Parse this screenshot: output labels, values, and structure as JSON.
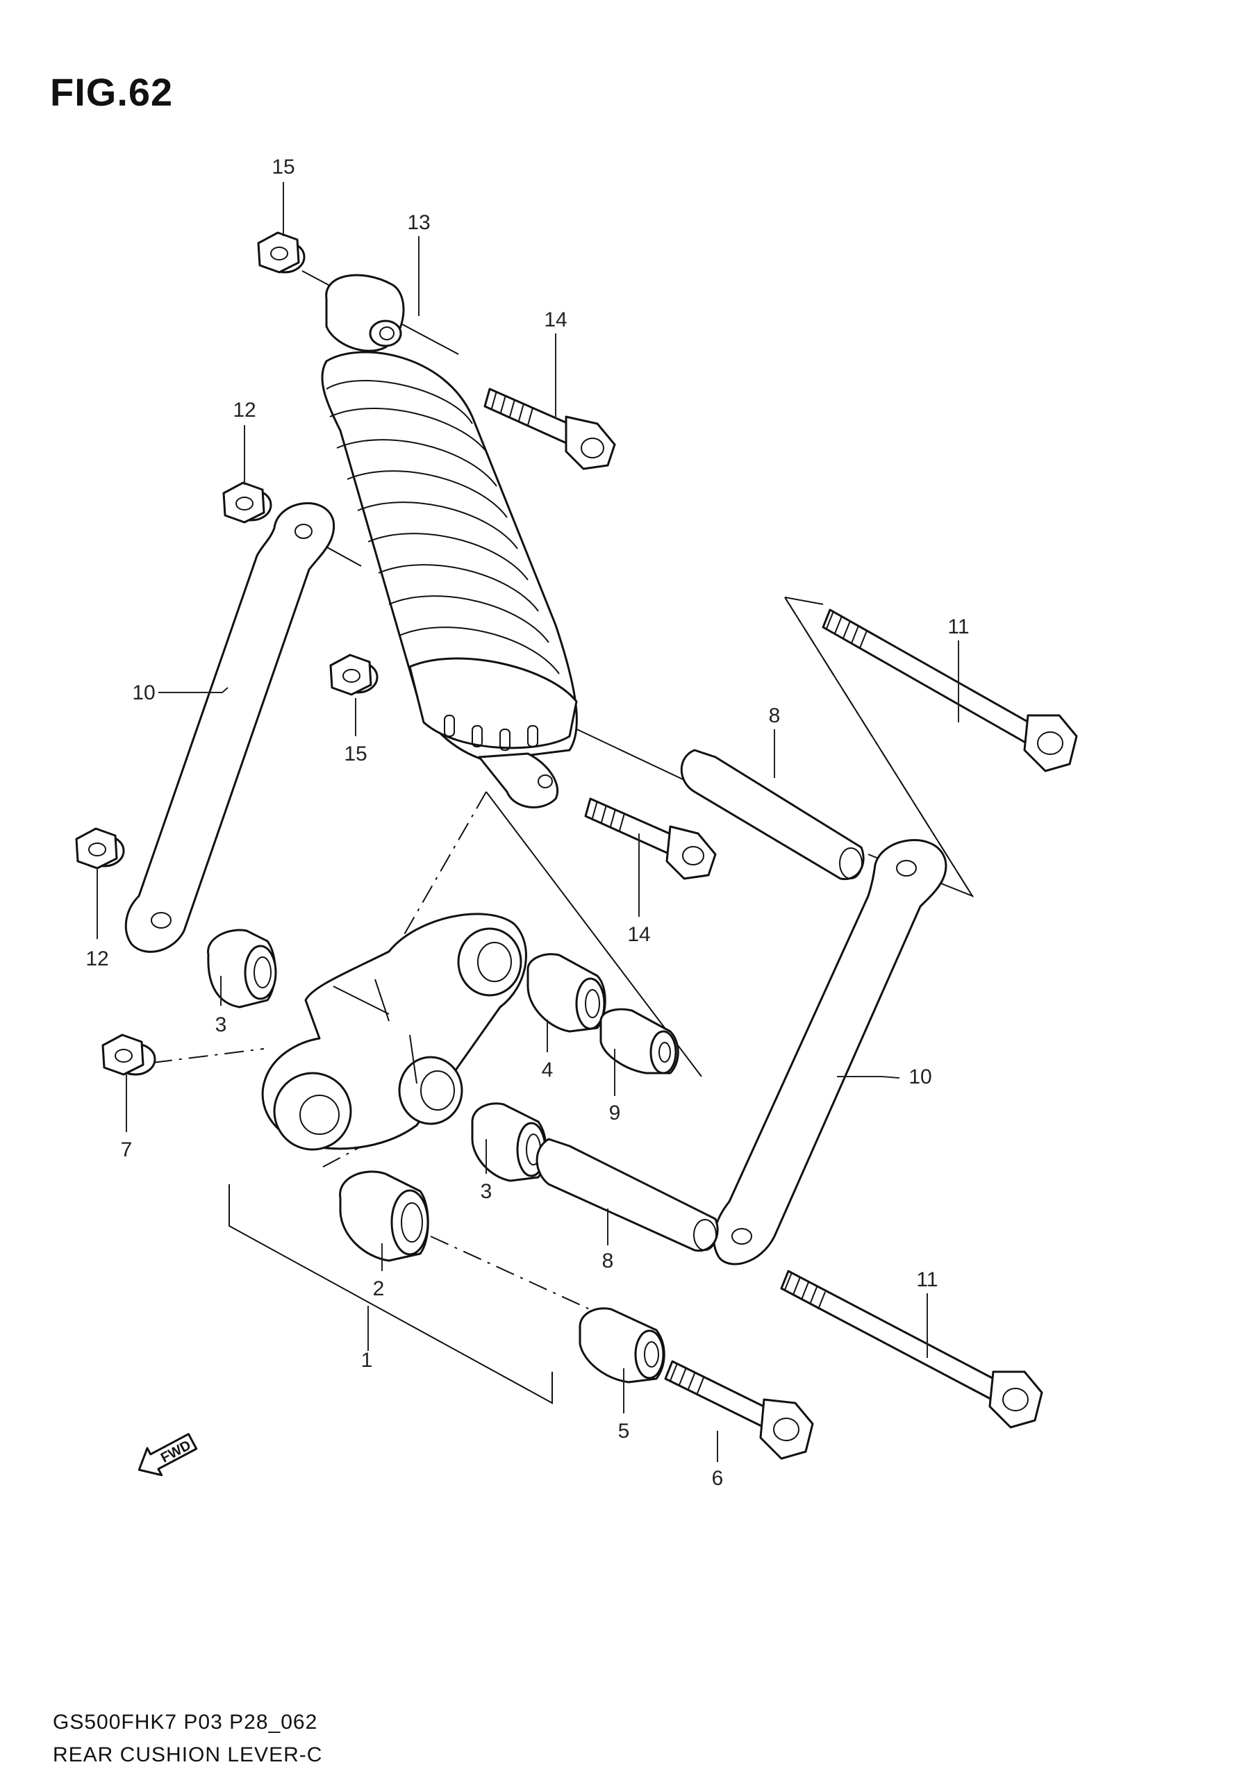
{
  "figure": {
    "title": "FIG.62"
  },
  "footer": {
    "code": "GS500FHK7 P03 P28_062",
    "name": "REAR CUSHION LEVER-C"
  },
  "badge": {
    "fwd": "FWD"
  },
  "callouts": [
    {
      "id": "c15a",
      "label": "15"
    },
    {
      "id": "c13",
      "label": "13"
    },
    {
      "id": "c14a",
      "label": "14"
    },
    {
      "id": "c12a",
      "label": "12"
    },
    {
      "id": "c11a",
      "label": "11"
    },
    {
      "id": "c10a",
      "label": "10"
    },
    {
      "id": "c8a",
      "label": "8"
    },
    {
      "id": "c15b",
      "label": "15"
    },
    {
      "id": "c14b",
      "label": "14"
    },
    {
      "id": "c12b",
      "label": "12"
    },
    {
      "id": "c3a",
      "label": "3"
    },
    {
      "id": "c4",
      "label": "4"
    },
    {
      "id": "c9",
      "label": "9"
    },
    {
      "id": "c10b",
      "label": "10"
    },
    {
      "id": "c7",
      "label": "7"
    },
    {
      "id": "c3b",
      "label": "3"
    },
    {
      "id": "c2",
      "label": "2"
    },
    {
      "id": "c8b",
      "label": "8"
    },
    {
      "id": "c11b",
      "label": "11"
    },
    {
      "id": "c1",
      "label": "1"
    },
    {
      "id": "c5",
      "label": "5"
    },
    {
      "id": "c6",
      "label": "6"
    }
  ]
}
